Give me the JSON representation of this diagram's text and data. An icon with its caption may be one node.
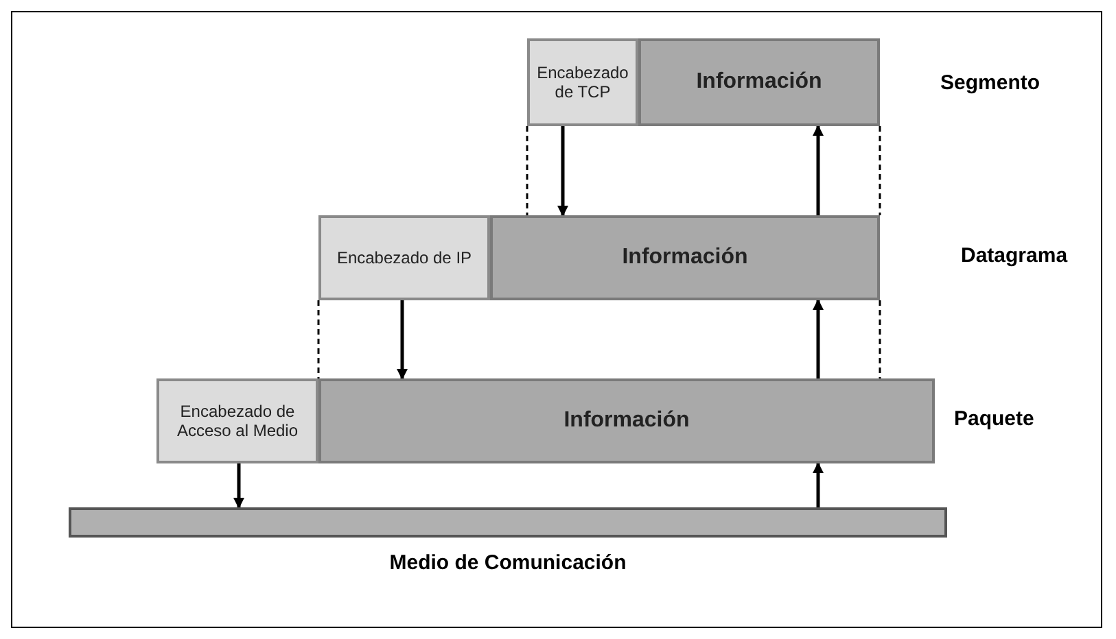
{
  "diagram": {
    "nodes": [
      {
        "text": [
          "Encabezado de TCP"
        ]
      },
      {
        "text": [
          "Información"
        ]
      },
      {
        "text": [
          "Encabezado de IP"
        ]
      },
      {
        "text": [
          "Información"
        ]
      },
      {
        "text": [
          "Encabezado de Acceso al Medio"
        ]
      },
      {
        "text": [
          "Información"
        ]
      },
      {
        "text": [
          "Medio de Comunicación"
        ]
      }
    ],
    "edges": [
      {
        "from": 0,
        "to": 3,
        "arrow": "to"
      },
      {
        "from": 2,
        "to": 5,
        "arrow": "to"
      },
      {
        "from": 4,
        "to": 6,
        "arrow": "to"
      },
      {
        "from": 6,
        "to": 5,
        "arrow": "to"
      },
      {
        "from": 5,
        "to": 3,
        "arrow": "to"
      },
      {
        "from": 3,
        "to": 1,
        "arrow": "to"
      }
    ],
    "labels": [
      "Segmento",
      "Datagrama",
      "Paquete"
    ]
  }
}
